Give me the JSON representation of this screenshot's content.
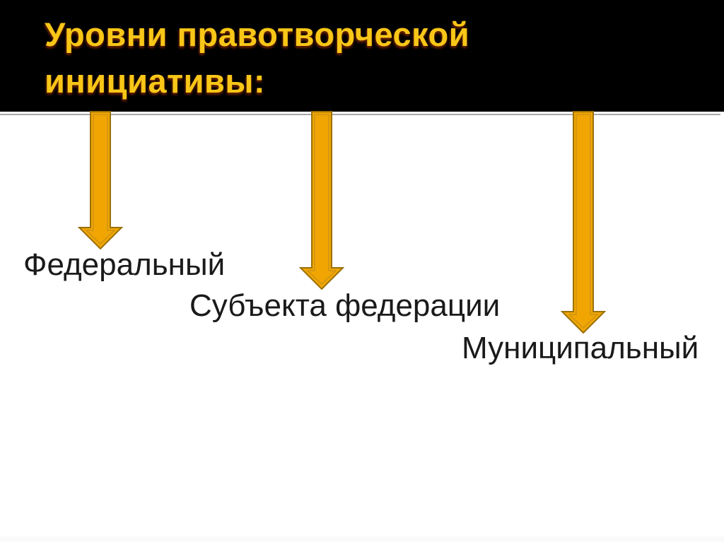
{
  "slide": {
    "title": "Уровни правотворческой инициативы:",
    "title_lines": [
      "Уровни правотворческой",
      "инициативы:"
    ]
  },
  "theme": {
    "header_bg": "#000000",
    "title_color": "#F8C617",
    "divider_color": "#A9A9A9",
    "background": "#FFFFFF",
    "arrow_fill": "#F0A502",
    "arrow_border": "#9A7108",
    "arrow_inner": "#C18E1C",
    "label_color": "#1A1A1A"
  },
  "diagram": {
    "type": "arrow-list",
    "description": "Three gold downward arrows of increasing length pointing to staggered level labels",
    "items": [
      {
        "label": "Федеральный"
      },
      {
        "label": "Субъекта федерации"
      },
      {
        "label": "Муниципальный"
      }
    ]
  }
}
